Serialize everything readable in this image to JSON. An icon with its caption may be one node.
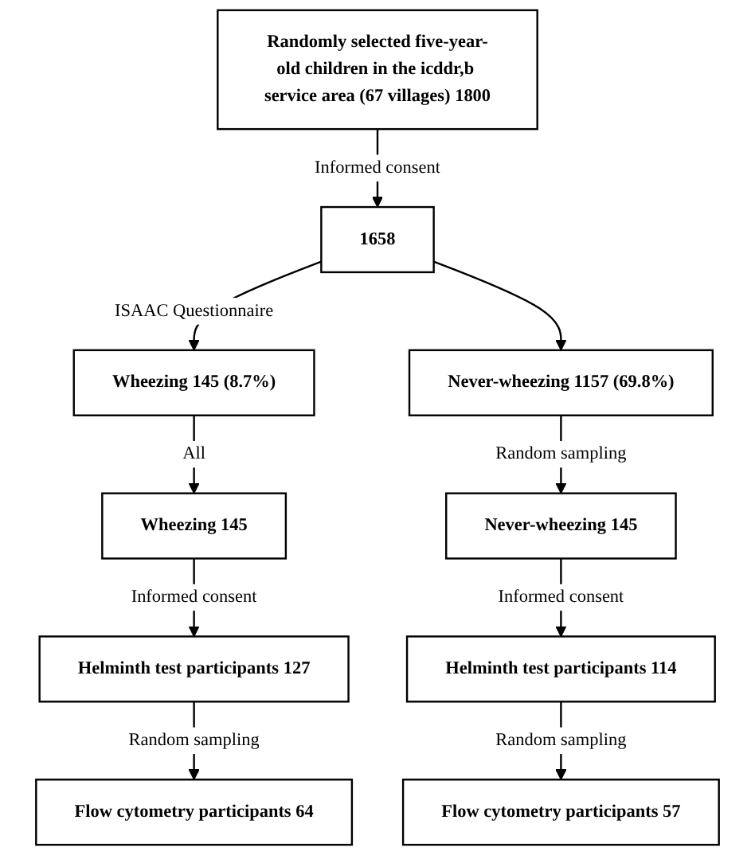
{
  "diagram": {
    "nodes": [
      {
        "text": [
          "Randomly selected five-year-old children in the icddr,b service area (67 villages) 1800"
        ]
      },
      {
        "text": [
          "1658"
        ]
      },
      {
        "text": [
          "Wheezing 145 (8.7%)"
        ]
      },
      {
        "text": [
          "Never-wheezing 1157 (69.8%)"
        ]
      },
      {
        "text": [
          "Wheezing 145"
        ]
      },
      {
        "text": [
          "Never-wheezing 145"
        ]
      },
      {
        "text": [
          "Helminth test participants 127"
        ]
      },
      {
        "text": [
          "Helminth test participants 114"
        ]
      },
      {
        "text": [
          "Flow cytometry participants 64"
        ]
      },
      {
        "text": [
          "Flow cytometry participants 57"
        ]
      }
    ],
    "edges": [
      {
        "from": 0,
        "to": 1,
        "arrow": "to",
        "label": "Informed consent"
      },
      {
        "from": 1,
        "to": 2,
        "arrow": "to",
        "label": "ISAAC Questionnaire"
      },
      {
        "from": 1,
        "to": 3,
        "arrow": "to"
      },
      {
        "from": 2,
        "to": 4,
        "arrow": "to",
        "label": "All"
      },
      {
        "from": 3,
        "to": 5,
        "arrow": "to",
        "label": "Random sampling"
      },
      {
        "from": 4,
        "to": 6,
        "arrow": "to",
        "label": "Informed consent"
      },
      {
        "from": 5,
        "to": 7,
        "arrow": "to",
        "label": "Informed consent"
      },
      {
        "from": 6,
        "to": 8,
        "arrow": "to",
        "label": "Random sampling"
      },
      {
        "from": 7,
        "to": 9,
        "arrow": "to",
        "label": "Random sampling"
      }
    ]
  }
}
